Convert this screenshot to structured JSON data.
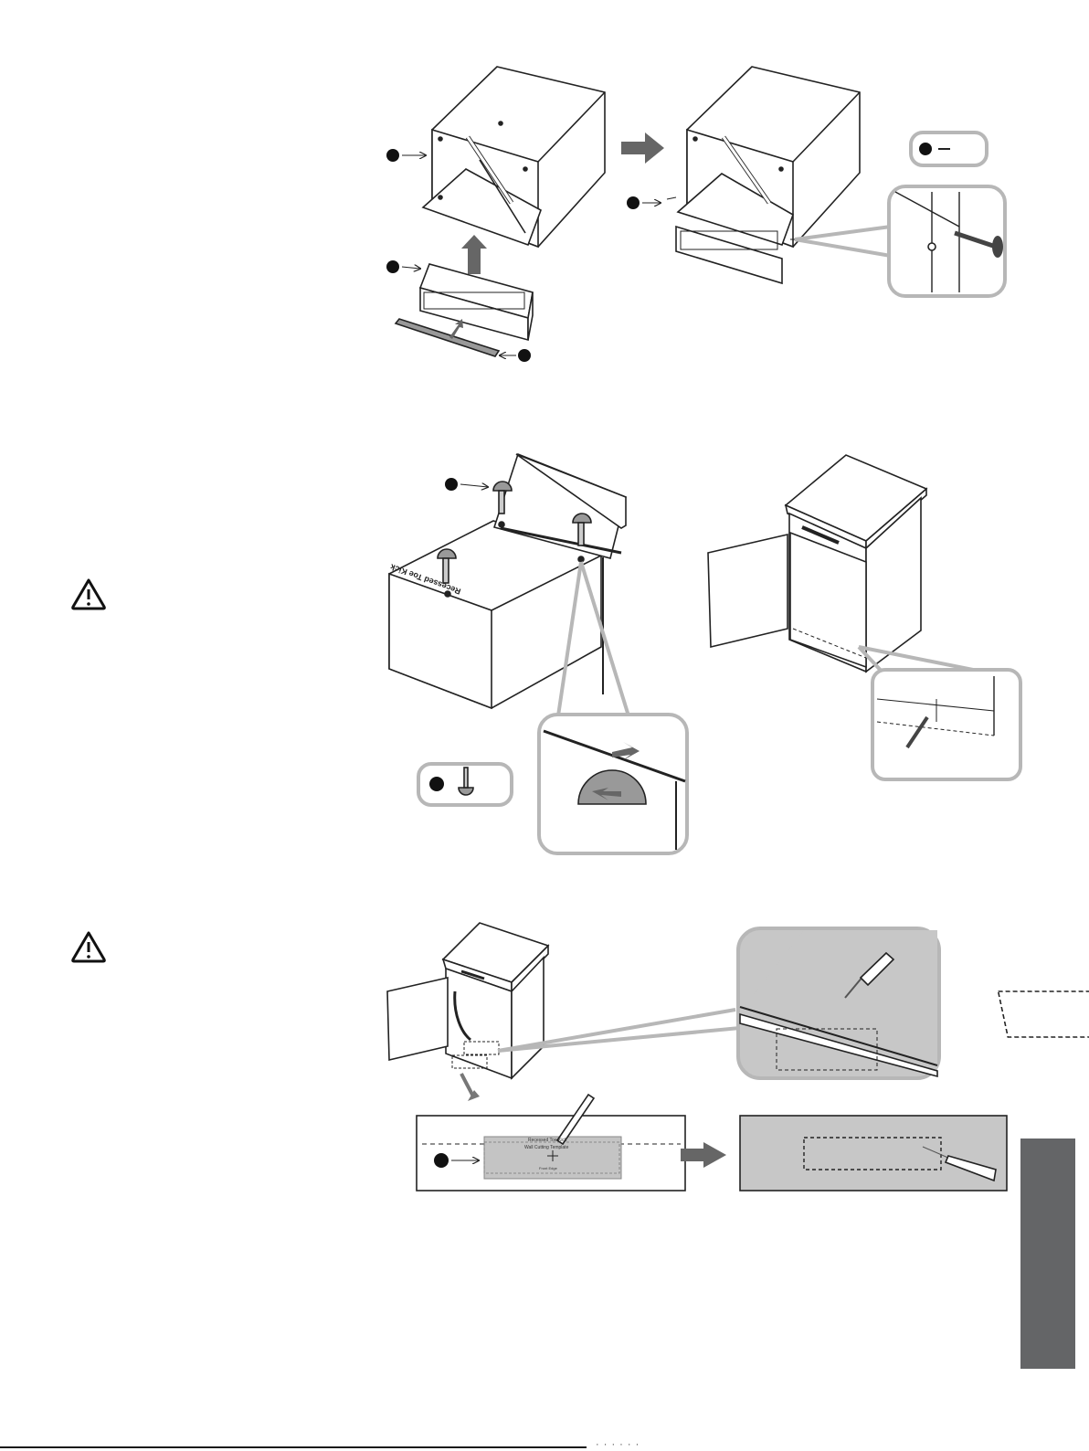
{
  "page": {
    "figures": [
      {
        "id": "step-1",
        "description_icons": [
          "cabinet-top-icon",
          "vent-duct-icon",
          "duct-panel-icon",
          "screw-icon"
        ]
      },
      {
        "id": "step-2",
        "description_icons": [
          "knob-fastener-icon",
          "cabinet-icon"
        ]
      },
      {
        "id": "step-3",
        "description_icons": [
          "cutting-template-icon",
          "utility-knife-icon"
        ]
      }
    ],
    "warnings": [
      {
        "icon": "warning-triangle-icon"
      },
      {
        "icon": "warning-triangle-icon"
      }
    ],
    "template": {
      "line1": "Recessed Toe Kick",
      "line2": "Wall Cutting Template",
      "line3": "Front Edge"
    },
    "side_tab": {
      "color": "#646567"
    },
    "footer": {
      "text": "· · · · · ·"
    }
  }
}
